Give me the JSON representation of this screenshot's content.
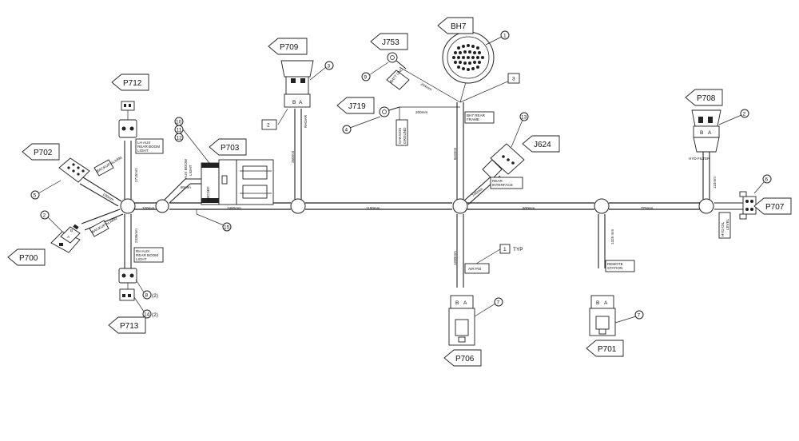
{
  "tags": {
    "P712": "P712",
    "P702": "P702",
    "P700": "P700",
    "P713": "P713",
    "P709": "P709",
    "P703": "P703",
    "J753": "J753",
    "BH7": "BH7",
    "J719": "J719",
    "J624": "J624",
    "P708": "P708",
    "P707": "P707",
    "P706": "P706",
    "P701": "P701"
  },
  "callouts": {
    "c1": "1",
    "c1b": "1",
    "c1typ": "TYP",
    "c2_p708": "2",
    "c2_p700": "2",
    "c2_p709": "2",
    "c3_p709": "3",
    "c3_bh7": "3",
    "c4": "4",
    "c5": "5",
    "c6": "6",
    "c7_p706": "7",
    "c7_p701": "7",
    "c8": "8",
    "c8_qty": "(2)",
    "c9": "9",
    "c10": "10",
    "c11": "11",
    "c12": "12",
    "c13": "13",
    "c14": "14",
    "c14_qty": "(2)",
    "c15": "15"
  },
  "labels": {
    "lh_aux_1": "LH AUX",
    "lh_aux_2": "REAR BOOM",
    "lh_aux_3": "LIGHT",
    "rh_aux_1": "RH AUX",
    "rh_aux_2": "REAR BOOM",
    "rh_aux_3": "LIGHT",
    "alarm": "BACKUP ALARM",
    "left_mm": "100mm",
    "upper_mm": "2715mm",
    "lower_mm": "2435mm",
    "aux_boom_1": "AUX BOOM",
    "aux_boom_2": "LIGHT",
    "p703_mm": "60mm",
    "radar": "RADAR",
    "radar_mm": "260mm",
    "trunk_2480": "2480mm",
    "trunk_1100": "1100mm",
    "trunk_600": "600mm",
    "trunk_775": "775mm",
    "bat_gnd": "BATT GND",
    "bat_mm": "254mm",
    "chassis_1": "CHASSIS",
    "chassis_2": "GROUND",
    "chassis_mm": "200mm",
    "bh7_1": "BH7 REAR",
    "bh7_2": "FRAME",
    "bh7_mm": "610mm",
    "rear_1": "REAR",
    "rear_2": "INTERFACE",
    "rear_mm": "100mm",
    "hyd_filter": "HYD FILTER",
    "hyd_mm": "110mm",
    "hyd_oil_1": "HYD OIL",
    "hyd_oil_2": "LEVEL",
    "air_psi": "AIR PSI",
    "air_mm": "1200mm",
    "remote_1": "REMOTE",
    "remote_2": "STATION",
    "remote_mm": "1325 mm",
    "pin_b": "B",
    "pin_a": "A",
    "pins_abcdef": "ABCDEF"
  }
}
